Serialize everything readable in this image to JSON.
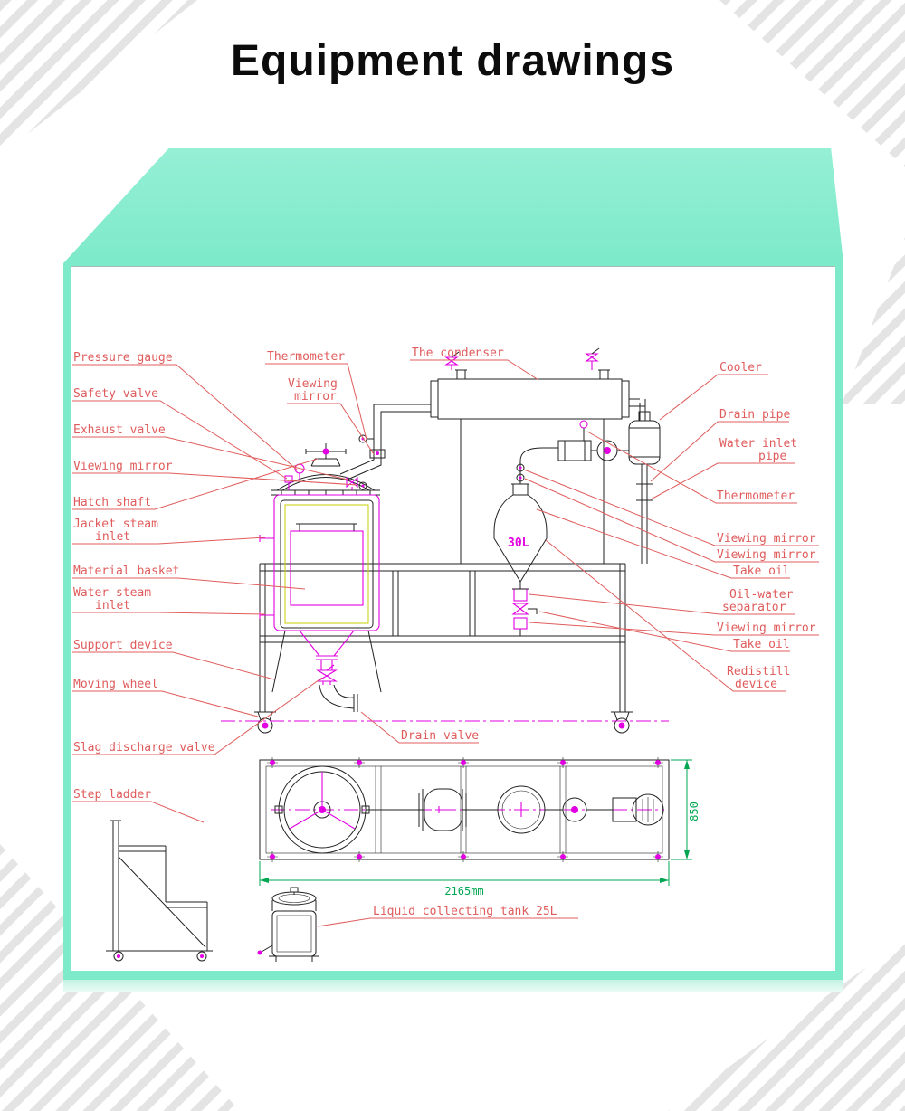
{
  "page": {
    "title": "Equipment drawings"
  },
  "colors": {
    "label_red": "#e05c5c",
    "magenta": "#e200e2",
    "dim_green": "#00a651",
    "line_black": "#222222",
    "liner_yellow": "#c9cf00",
    "panel_green": "#7deac9",
    "stripe_gray": "#e4e4e4"
  },
  "labels": {
    "left": {
      "pressure_gauge": "Pressure gauge",
      "safety_valve": "Safety valve",
      "exhaust_valve": "Exhaust valve",
      "viewing_mirror": "Viewing mirror",
      "hatch_shaft": "Hatch shaft",
      "jacket_steam_line1": "Jacket steam",
      "jacket_steam_line2": "inlet",
      "material_basket": "Material basket",
      "water_steam_line1": "Water steam",
      "water_steam_line2": "inlet",
      "support_device": "Support device",
      "moving_wheel": "Moving wheel",
      "slag_discharge_valve": "Slag discharge valve",
      "step_ladder": "Step ladder"
    },
    "top": {
      "thermometer": "Thermometer",
      "viewing_line1": "Viewing",
      "viewing_line2": "mirror",
      "condenser": "The condenser"
    },
    "right": {
      "cooler": "Cooler",
      "drain_pipe": "Drain pipe",
      "water_inlet_line1": "Water inlet",
      "water_inlet_line2": "pipe",
      "thermometer": "Thermometer",
      "viewing_mirror_1": "Viewing mirror",
      "viewing_mirror_2": "Viewing mirror",
      "take_oil_1": "Take oil",
      "oil_water_line1": "Oil-water",
      "oil_water_line2": "separator",
      "viewing_mirror_3": "Viewing mirror",
      "take_oil_2": "Take oil",
      "redistill_line1": "Redistill",
      "redistill_line2": "device"
    },
    "bottom": {
      "drain_valve": "Drain valve",
      "liquid_tank": "Liquid collecting tank  25L"
    },
    "annotations": {
      "tank_capacity": "30L",
      "dim_length": "2165mm",
      "dim_height": "850"
    }
  }
}
